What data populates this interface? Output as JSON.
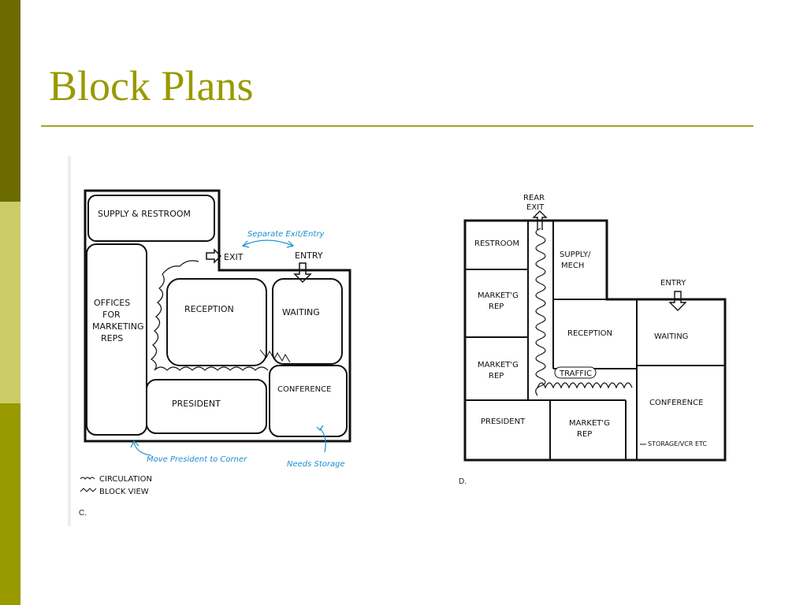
{
  "slide": {
    "title": "Block Plans",
    "colors": {
      "title": "#999900",
      "rule": "#a3a32a",
      "sidebar_dark": "#6b6b00",
      "sidebar_light": "#cccc66",
      "sidebar_mid": "#999900",
      "annotation": "#1a8fd0"
    }
  },
  "plan_c": {
    "caption": "C.",
    "rooms": {
      "supply": "SUPPLY & RESTROOM",
      "offices": [
        "OFFICES",
        "FOR",
        "MARKETING",
        "REPS"
      ],
      "reception": "RECEPTION",
      "waiting": "WAITING",
      "president": "PRESIDENT",
      "conference": "CONFERENCE"
    },
    "labels": {
      "exit": "EXIT",
      "entry": "ENTRY"
    },
    "annotations": {
      "separate": "Separate Exit/Entry",
      "move_president": "Move President to Corner",
      "needs_storage": "Needs Storage"
    },
    "legend": [
      "CIRCULATION",
      "BLOCK VIEW"
    ]
  },
  "plan_d": {
    "caption": "D.",
    "rooms": {
      "restroom": "RESTROOM",
      "marketing_rep_1": [
        "MARKET'G",
        "REP"
      ],
      "marketing_rep_2": [
        "MARKET'G",
        "REP"
      ],
      "supply": [
        "SUPPLY/",
        "MECH"
      ],
      "reception": "RECEPTION",
      "waiting": "WAITING",
      "president": "PRESIDENT",
      "marketing_rep_3": [
        "MARKET'G",
        "REP"
      ],
      "conference": "CONFERENCE"
    },
    "labels": {
      "rear_exit": [
        "REAR",
        "EXIT"
      ],
      "entry": "ENTRY",
      "traffic": "TRAFFIC",
      "storage": "STORAGE/VCR ETC"
    }
  }
}
